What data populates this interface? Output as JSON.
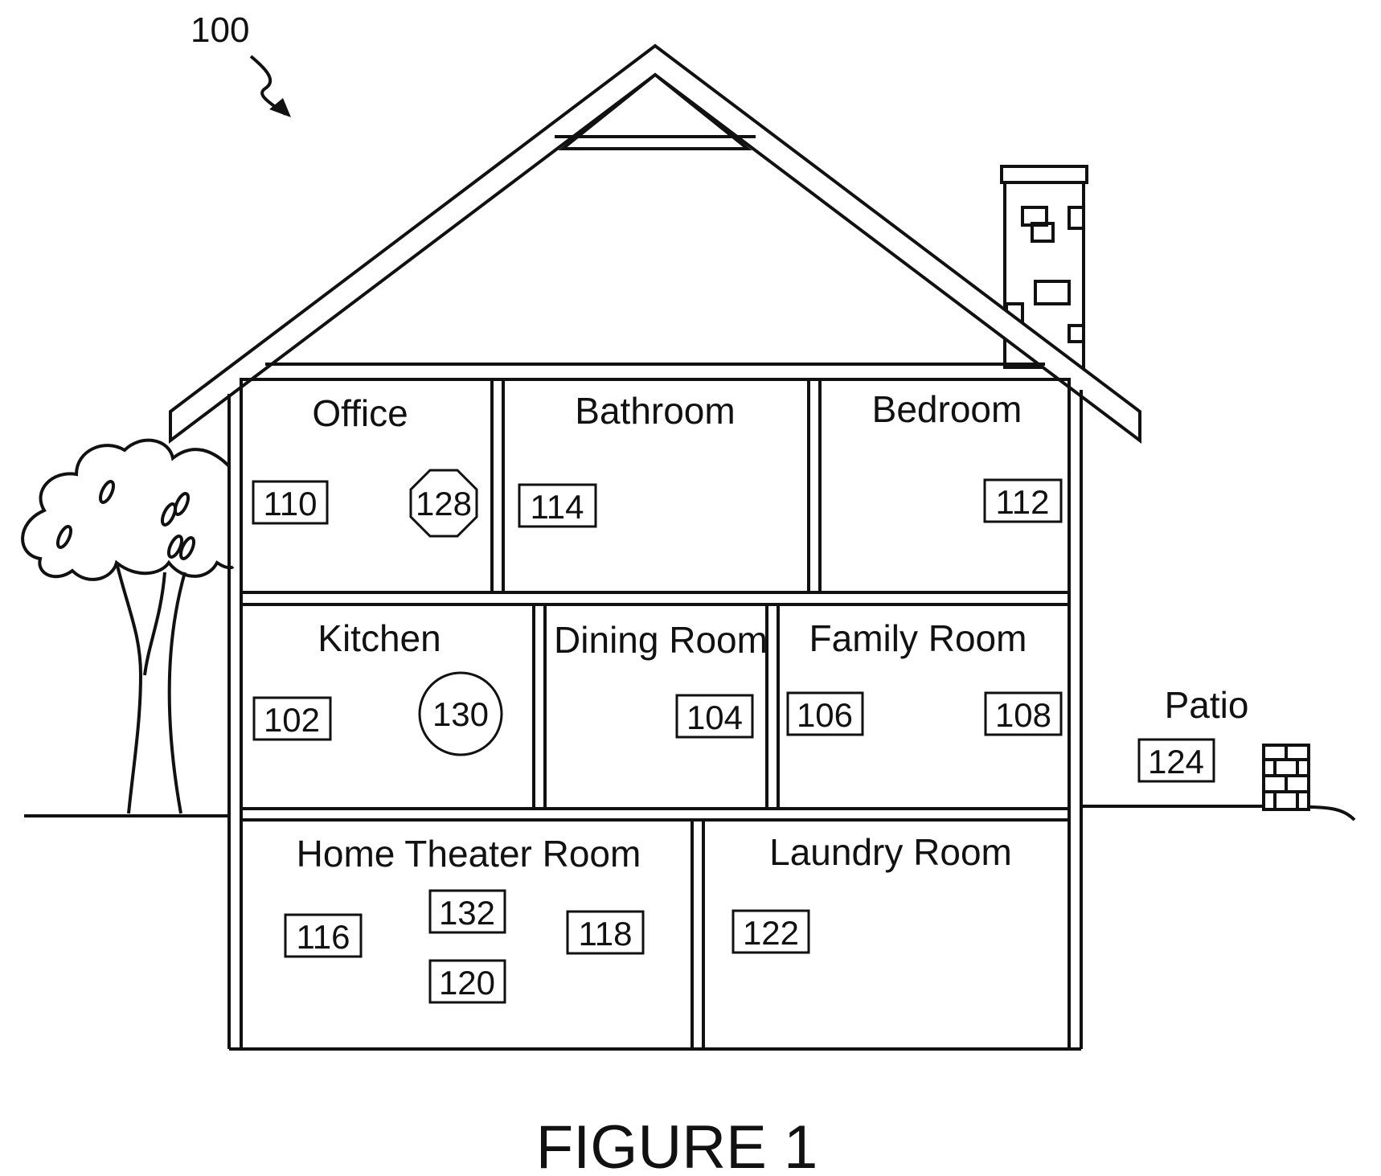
{
  "figure_ref": "100",
  "caption": "FIGURE 1",
  "rooms": {
    "office": "Office",
    "bathroom": "Bathroom",
    "bedroom": "Bedroom",
    "kitchen": "Kitchen",
    "dining": "Dining Room",
    "family": "Family Room",
    "theater": "Home Theater Room",
    "laundry": "Laundry Room",
    "patio": "Patio"
  },
  "devices": {
    "d110": "110",
    "d128": "128",
    "d114": "114",
    "d112": "112",
    "d102": "102",
    "d130": "130",
    "d104": "104",
    "d106": "106",
    "d108": "108",
    "d116": "116",
    "d132": "132",
    "d118": "118",
    "d120": "120",
    "d122": "122",
    "d124": "124"
  }
}
